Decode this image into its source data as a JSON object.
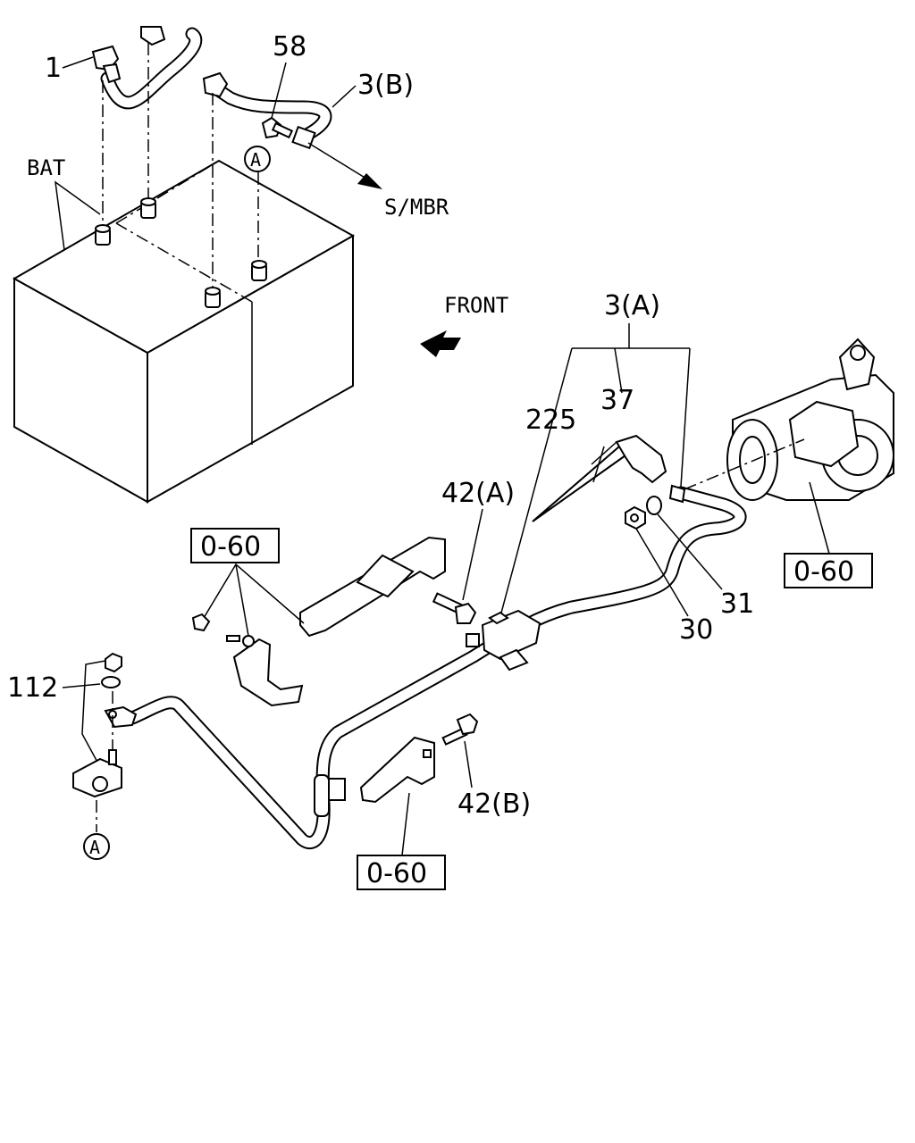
{
  "labels": {
    "part_1": "1",
    "part_58": "58",
    "part_3b": "3(B)",
    "bat": "BAT",
    "circle_a_top": "A",
    "smbr": "S/MBR",
    "front": "FRONT",
    "part_3a": "3(A)",
    "part_225": "225",
    "part_37": "37",
    "part_42a": "42(A)",
    "ref_060_left": "0-60",
    "ref_060_right": "0-60",
    "part_31": "31",
    "part_30": "30",
    "part_112": "112",
    "part_42b": "42(B)",
    "ref_060_bottom": "0-60",
    "circle_a_bottom": "A"
  }
}
